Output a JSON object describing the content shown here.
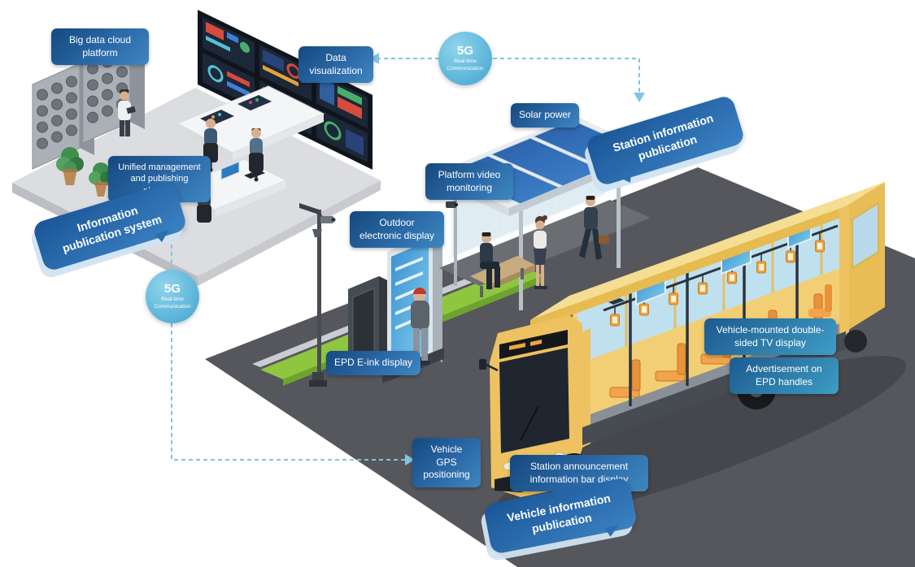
{
  "labels": {
    "big_data_cloud_platform": "Big data cloud platform",
    "data_visualization": "Data visualization",
    "unified_management_platform": "Unified management and publishing platform",
    "solar_power": "Solar power",
    "platform_video_monitoring": "Platform video monitoring",
    "outdoor_electronic_display": "Outdoor electronic display",
    "epd_eink_display": "EPD E-ink display",
    "vehicle_gps_positioning": "Vehicle GPS positioning",
    "station_announcement_information_bar_display": "Station announcement information bar display",
    "vehicle_mounted_tv_display": "Vehicle-mounted double-sided TV display",
    "advertisement_on_epd_handles": "Advertisement on EPD handles"
  },
  "speech_bubbles": {
    "information_publication_system": "Information publication system",
    "station_information_publication": "Station information publication",
    "vehicle_information_publication": "Vehicle information publication"
  },
  "five_g_badge": {
    "title": "5G",
    "line1": "Real-time",
    "line2": "Communication"
  },
  "colors": {
    "label_blue_dark": "#15497e",
    "label_blue_light": "#3e87c0",
    "bubble_blue": "#2a6fae",
    "badge_blue": "#55b0d6",
    "dashed_link": "#82c4e2",
    "road_gray": "#55575c",
    "platform_gray": "#dcdde1",
    "grass_green": "#8ec63f",
    "bus_yellow": "#eec261",
    "solar_panel_blue": "#2f6fb8",
    "screen_blue": "#2e7bc0",
    "seat_orange": "#e8923a"
  }
}
